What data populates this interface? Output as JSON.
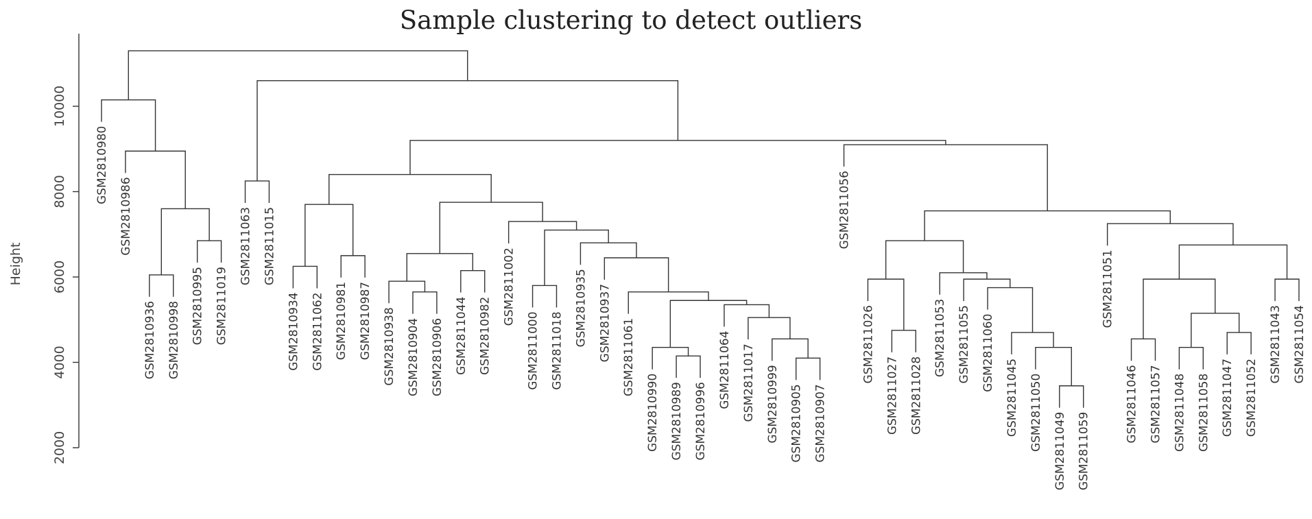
{
  "chart_data": {
    "type": "dendrogram",
    "title": "Sample clustering to detect outliers",
    "xlabel": "",
    "ylabel": "Height",
    "ylim": [
      2000,
      11700
    ],
    "yticks": [
      2000,
      4000,
      6000,
      8000,
      10000
    ],
    "grid": false,
    "leaves": [
      "GSM2810980",
      "GSM2810986",
      "GSM2810936",
      "GSM2810998",
      "GSM2810995",
      "GSM2811019",
      "GSM2811063",
      "GSM2811015",
      "GSM2810934",
      "GSM2811062",
      "GSM2810981",
      "GSM2810987",
      "GSM2810938",
      "GSM2810904",
      "GSM2810906",
      "GSM2811044",
      "GSM2810982",
      "GSM2811002",
      "GSM2811000",
      "GSM2811018",
      "GSM2810935",
      "GSM2810937",
      "GSM2811061",
      "GSM2810990",
      "GSM2810989",
      "GSM2810996",
      "GSM2811064",
      "GSM2811017",
      "GSM2810999",
      "GSM2810905",
      "GSM2810907",
      "GSM2811056",
      "GSM2811026",
      "GSM2811027",
      "GSM2811028",
      "GSM2811053",
      "GSM2811055",
      "GSM2811060",
      "GSM2811045",
      "GSM2811050",
      "GSM2811049",
      "GSM2811059",
      "GSM2811051",
      "GSM2811046",
      "GSM2811057",
      "GSM2811048",
      "GSM2811058",
      "GSM2811047",
      "GSM2811052",
      "GSM2811043",
      "GSM2811054"
    ],
    "merges": [
      {
        "a": "GSM2810936",
        "b": "GSM2810998",
        "height": 6050
      },
      {
        "a": "GSM2810995",
        "b": "GSM2811019",
        "height": 6850
      },
      {
        "a": 0,
        "b": 1,
        "height": 7600
      },
      {
        "a": "GSM2810986",
        "b": 2,
        "height": 8950
      },
      {
        "a": "GSM2810980",
        "b": 3,
        "height": 10150
      },
      {
        "a": "GSM2811063",
        "b": "GSM2811015",
        "height": 8250
      },
      {
        "a": "GSM2810934",
        "b": "GSM2811062",
        "height": 6250
      },
      {
        "a": "GSM2810981",
        "b": "GSM2810987",
        "height": 6500
      },
      {
        "a": 6,
        "b": 7,
        "height": 7700
      },
      {
        "a": "GSM2810904",
        "b": "GSM2810906",
        "height": 5650
      },
      {
        "a": "GSM2810938",
        "b": 9,
        "height": 5900
      },
      {
        "a": "GSM2811044",
        "b": "GSM2810982",
        "height": 6150
      },
      {
        "a": 10,
        "b": 11,
        "height": 6550
      },
      {
        "a": "GSM2811000",
        "b": "GSM2811018",
        "height": 5800
      },
      {
        "a": "GSM2810989",
        "b": "GSM2810996",
        "height": 4150
      },
      {
        "a": "GSM2810990",
        "b": 14,
        "height": 4350
      },
      {
        "a": "GSM2810905",
        "b": "GSM2810907",
        "height": 4100
      },
      {
        "a": "GSM2810999",
        "b": 16,
        "height": 4550
      },
      {
        "a": "GSM2811017",
        "b": 17,
        "height": 5050
      },
      {
        "a": "GSM2811064",
        "b": 18,
        "height": 5350
      },
      {
        "a": 15,
        "b": 19,
        "height": 5450
      },
      {
        "a": "GSM2811061",
        "b": 20,
        "height": 5650
      },
      {
        "a": "GSM2810937",
        "b": 21,
        "height": 6450
      },
      {
        "a": "GSM2810935",
        "b": 22,
        "height": 6800
      },
      {
        "a": 13,
        "b": 23,
        "height": 7100
      },
      {
        "a": "GSM2811002",
        "b": 24,
        "height": 7300
      },
      {
        "a": 12,
        "b": 25,
        "height": 7750
      },
      {
        "a": 8,
        "b": 26,
        "height": 8400
      },
      {
        "a": "GSM2811027",
        "b": "GSM2811028",
        "height": 4750
      },
      {
        "a": "GSM2811026",
        "b": 28,
        "height": 5950
      },
      {
        "a": "GSM2811049",
        "b": "GSM2811059",
        "height": 3450
      },
      {
        "a": "GSM2811050",
        "b": 30,
        "height": 4350
      },
      {
        "a": "GSM2811045",
        "b": 31,
        "height": 4700
      },
      {
        "a": "GSM2811060",
        "b": 32,
        "height": 5750
      },
      {
        "a": "GSM2811055",
        "b": 33,
        "height": 5950
      },
      {
        "a": "GSM2811053",
        "b": 34,
        "height": 6100
      },
      {
        "a": 29,
        "b": 35,
        "height": 6850
      },
      {
        "a": "GSM2811046",
        "b": "GSM2811057",
        "height": 4550
      },
      {
        "a": "GSM2811048",
        "b": "GSM2811058",
        "height": 4350
      },
      {
        "a": "GSM2811047",
        "b": "GSM2811052",
        "height": 4700
      },
      {
        "a": 38,
        "b": 39,
        "height": 5150
      },
      {
        "a": 37,
        "b": 40,
        "height": 5950
      },
      {
        "a": "GSM2811043",
        "b": "GSM2811054",
        "height": 5950
      },
      {
        "a": 41,
        "b": 42,
        "height": 6750
      },
      {
        "a": "GSM2811051",
        "b": 43,
        "height": 7250
      },
      {
        "a": 36,
        "b": 44,
        "height": 7550
      },
      {
        "a": "GSM2811056",
        "b": 45,
        "height": 9100
      },
      {
        "a": 27,
        "b": 46,
        "height": 9200
      },
      {
        "a": 5,
        "b": 47,
        "height": 10600
      },
      {
        "a": 4,
        "b": 48,
        "height": 11300
      }
    ]
  }
}
